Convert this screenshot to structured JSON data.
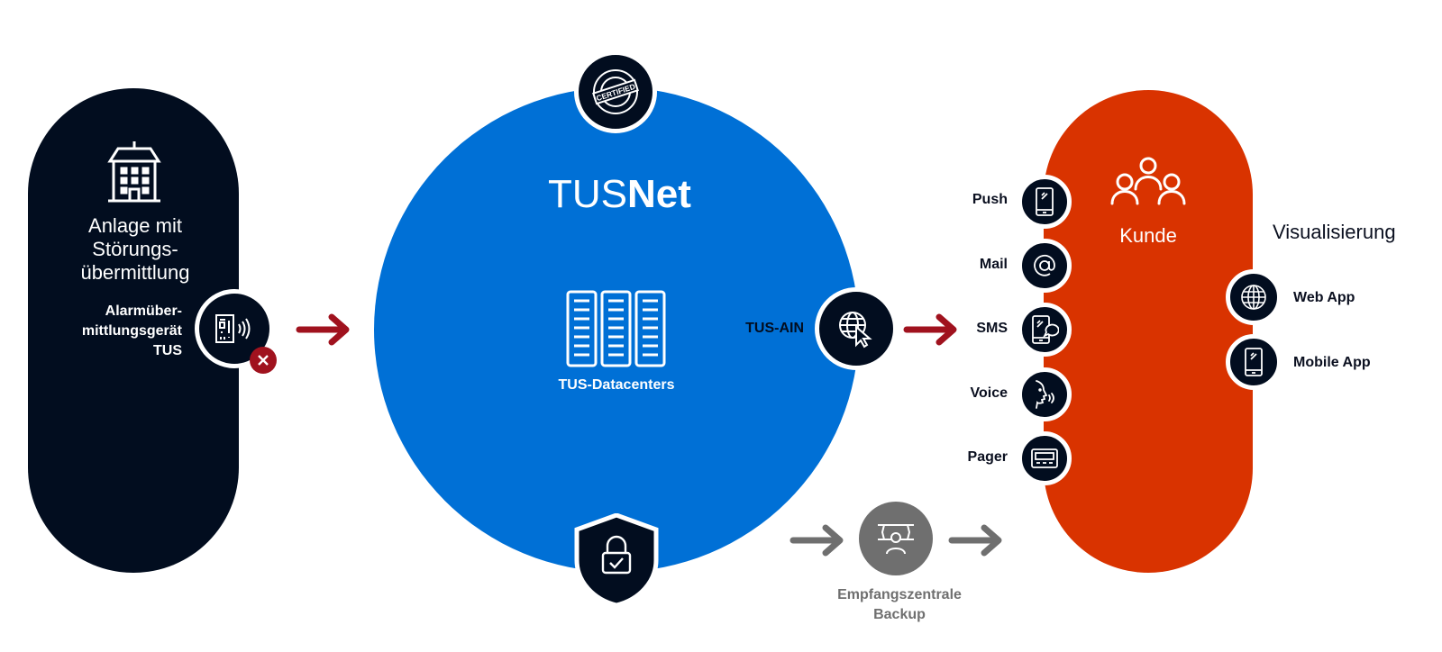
{
  "colors": {
    "navy": "#020d1f",
    "blue": "#0070d6",
    "orange": "#d93300",
    "red_arrow": "#a0121e",
    "grey": "#6f6f6f",
    "error_badge": "#a0121e"
  },
  "left": {
    "title": "Anlage mit Störungs-übermittlung",
    "title_lines": [
      "Anlage mit",
      "Störungs-",
      "übermittlung"
    ],
    "device_label_lines": [
      "Alarmüber-",
      "mittlungsgerät",
      "TUS"
    ],
    "icons": [
      "building-icon",
      "alarm-device-icon",
      "error-x-icon"
    ]
  },
  "center": {
    "title_light": "TUS",
    "title_bold": "Net",
    "datacenters_label": "TUS-Datacenters",
    "gateway_label": "TUS-AIN",
    "icons": [
      "certified-stamp-icon",
      "server-racks-icon",
      "globe-cursor-icon",
      "shield-lock-icon"
    ]
  },
  "backup": {
    "label_lines": [
      "Empfangszentrale",
      "Backup"
    ],
    "icon": "reception-operator-icon"
  },
  "channels": [
    {
      "label": "Push",
      "icon": "smartphone-icon"
    },
    {
      "label": "Mail",
      "icon": "at-sign-icon"
    },
    {
      "label": "SMS",
      "icon": "sms-phone-icon"
    },
    {
      "label": "Voice",
      "icon": "voice-speaking-icon"
    },
    {
      "label": "Pager",
      "icon": "pager-icon"
    }
  ],
  "customer": {
    "label": "Kunde",
    "icon": "people-group-icon"
  },
  "visualization": {
    "title": "Visualisierung",
    "items": [
      {
        "label": "Web App",
        "icon": "globe-icon"
      },
      {
        "label": "Mobile App",
        "icon": "smartphone-icon"
      }
    ]
  }
}
